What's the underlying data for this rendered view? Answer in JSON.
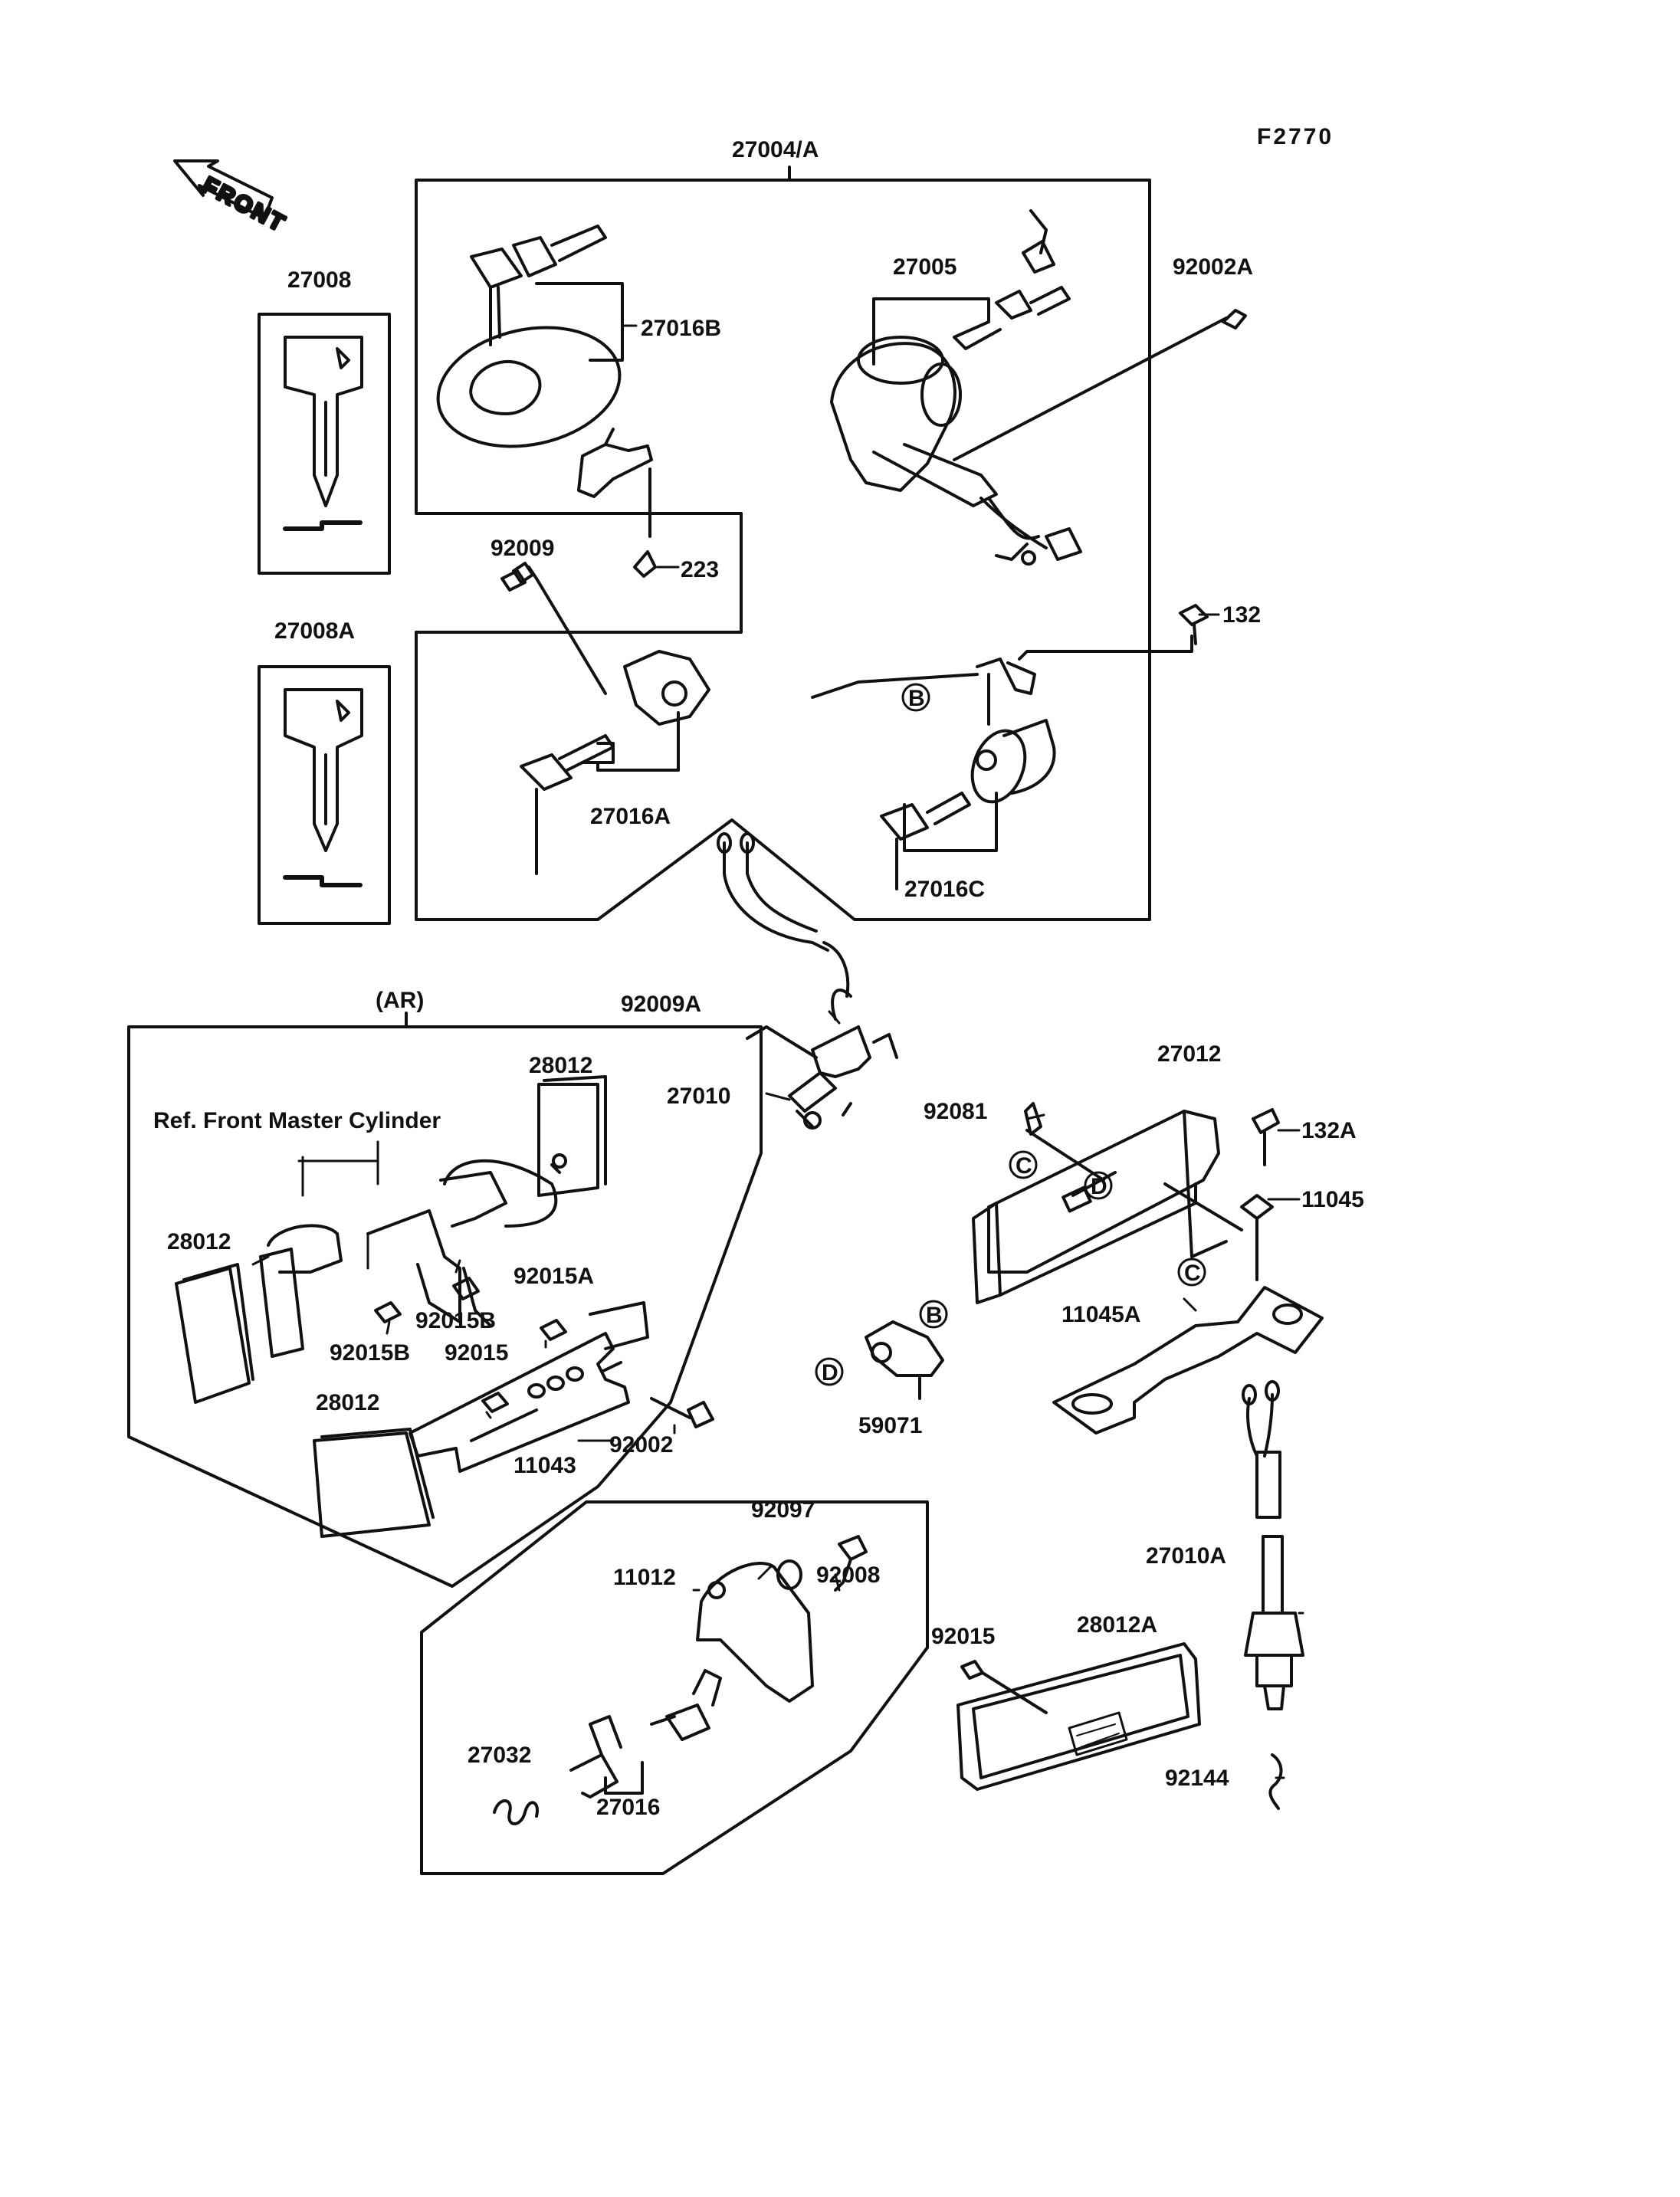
{
  "figure_code": "F2770",
  "front_arrow": "FRONT",
  "ref_note": "Ref. Front Master Cylinder",
  "ar_label": "(AR)",
  "circle_markers": {
    "b": "B",
    "c": "C",
    "d": "D"
  },
  "parts": {
    "p27004A": "27004/A",
    "p27008": "27008",
    "p27008A": "27008A",
    "p27016B": "27016B",
    "p223": "223",
    "p92009": "92009",
    "p27016A": "27016A",
    "p27005": "27005",
    "p92002A": "92002A",
    "p132": "132",
    "p27016C": "27016C",
    "p92009A": "92009A",
    "p27010": "27010",
    "p28012_top": "28012",
    "p28012_left": "28012",
    "p28012_bottom": "28012",
    "p92015A": "92015A",
    "p92015B_1": "92015B",
    "p92015B_2": "92015B",
    "p92015": "92015",
    "p92002": "92002",
    "p11043": "11043",
    "p27012": "27012",
    "p92081": "92081",
    "p132A": "132A",
    "p11045": "11045",
    "p11045A": "11045A",
    "p59071": "59071",
    "p92097": "92097",
    "p92008": "92008",
    "p11012": "11012",
    "p27032": "27032",
    "p27016": "27016",
    "p92015_r": "92015",
    "p28012A": "28012A",
    "p27010A": "27010A",
    "p92144": "92144"
  }
}
